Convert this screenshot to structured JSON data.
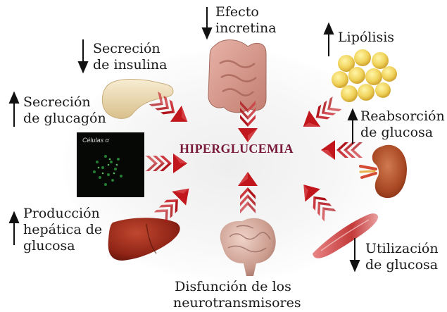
{
  "center": {
    "title": "HIPERGLUCEMIA"
  },
  "factors": [
    {
      "id": "incretina",
      "line1": "Efecto",
      "line2": "incretina",
      "trend": "down",
      "organ": "intestine-icon"
    },
    {
      "id": "lipolisis",
      "line1": "Lipólisis",
      "trend": "up",
      "organ": "fat-cells-icon"
    },
    {
      "id": "reabsorcion",
      "line1": "Reabsorción",
      "line2": "de glucosa",
      "trend": "up",
      "organ": "kidney-icon"
    },
    {
      "id": "utilizacion",
      "line1": "Utilización",
      "line2": "de glucosa",
      "trend": "down",
      "organ": "muscle-icon"
    },
    {
      "id": "neuro",
      "line1": "Disfunción de los",
      "line2": "neurotransmisores",
      "organ": "brain-icon"
    },
    {
      "id": "hepatica",
      "line1": "Producción",
      "line2": "hepática de",
      "line3": "glucosa",
      "trend": "up",
      "organ": "liver-icon"
    },
    {
      "id": "glucagon",
      "line1": "Secreción",
      "line2": "de glucagón",
      "trend": "up",
      "organ": "alpha-cells-micrograph"
    },
    {
      "id": "insulina",
      "line1": "Secreción",
      "line2": "de insulina",
      "trend": "down",
      "organ": "pancreas-icon"
    }
  ],
  "micrograph": {
    "caption": "Células α"
  },
  "colors": {
    "arrow": "#b0151b",
    "title": "#7a1a3a",
    "text": "#1a1a1a"
  }
}
